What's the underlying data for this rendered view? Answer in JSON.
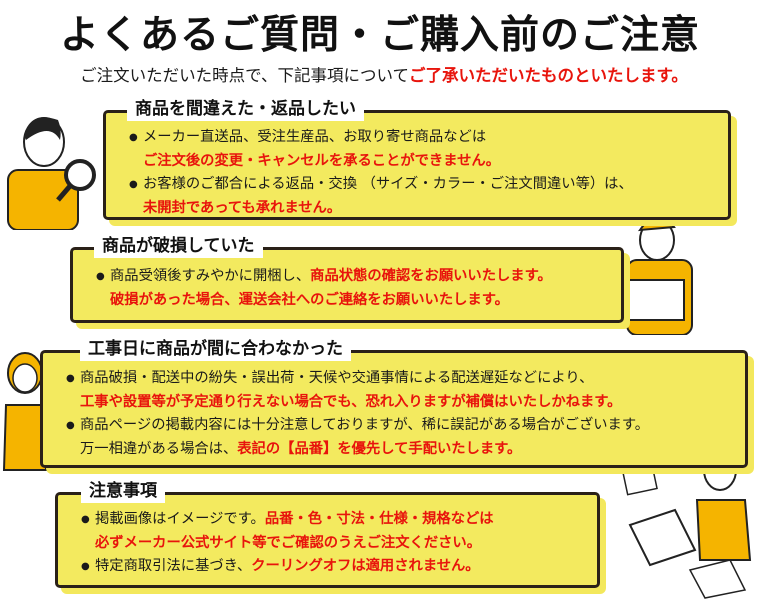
{
  "title": "よくあるご質問・ご購入前のご注意",
  "subtitle": {
    "plain": "ご注文いただいた時点で、下記事項について",
    "red": "ご了承いただいたものといたします。"
  },
  "colors": {
    "box_fill": "#f3ea5f",
    "border": "#2a2118",
    "red_text": "#e8140c",
    "figure_yellow": "#f5b400"
  },
  "sections": [
    {
      "heading": "商品を間違えた・返品したい",
      "lines": [
        {
          "bullet": true,
          "parts": [
            {
              "text": "メーカー直送品、受注生産品、お取り寄せ商品などは",
              "red": false
            }
          ]
        },
        {
          "bullet": false,
          "parts": [
            {
              "text": "ご注文後の変更・キャンセルを承ることができません。",
              "red": true
            }
          ]
        },
        {
          "bullet": true,
          "parts": [
            {
              "text": "お客様のご都合による返品・交換 （サイズ・カラー・ご注文間違い等）は、",
              "red": false
            }
          ]
        },
        {
          "bullet": false,
          "parts": [
            {
              "text": "未開封であっても承れません。",
              "red": true
            }
          ]
        }
      ]
    },
    {
      "heading": "商品が破損していた",
      "lines": [
        {
          "bullet": true,
          "parts": [
            {
              "text": "商品受領後すみやかに開梱し、",
              "red": false
            },
            {
              "text": "商品状態の確認をお願いいたします。",
              "red": true
            }
          ]
        },
        {
          "bullet": false,
          "parts": [
            {
              "text": "破損があった場合、運送会社へのご連絡をお願いいたします。",
              "red": true
            }
          ]
        }
      ]
    },
    {
      "heading": "工事日に商品が間に合わなかった",
      "lines": [
        {
          "bullet": true,
          "parts": [
            {
              "text": "商品破損・配送中の紛失・誤出荷・天候や交通事情による配送遅延などにより、",
              "red": false
            }
          ]
        },
        {
          "bullet": false,
          "parts": [
            {
              "text": "工事や設置等が予定通り行えない場合でも、恐れ入りますが補償はいたしかねます。",
              "red": true
            }
          ]
        },
        {
          "bullet": true,
          "parts": [
            {
              "text": "商品ページの掲載内容には十分注意しておりますが、稀に誤記がある場合がございます。",
              "red": false
            }
          ]
        },
        {
          "bullet": false,
          "parts": [
            {
              "text": "万一相違がある場合は、",
              "red": false
            },
            {
              "text": "表記の【品番】を優先して手配いたします。",
              "red": true
            }
          ]
        }
      ]
    },
    {
      "heading": "注意事項",
      "lines": [
        {
          "bullet": true,
          "parts": [
            {
              "text": "掲載画像はイメージです。",
              "red": false
            },
            {
              "text": "品番・色・寸法・仕様・規格などは",
              "red": true
            }
          ]
        },
        {
          "bullet": false,
          "parts": [
            {
              "text": "必ずメーカー公式サイト等でご確認のうえご注文ください。",
              "red": true
            }
          ]
        },
        {
          "bullet": true,
          "parts": [
            {
              "text": "特定商取引法に基づき、",
              "red": false
            },
            {
              "text": "クーリングオフは適用されません。",
              "red": true
            }
          ]
        }
      ]
    }
  ],
  "bullet_char": "●"
}
